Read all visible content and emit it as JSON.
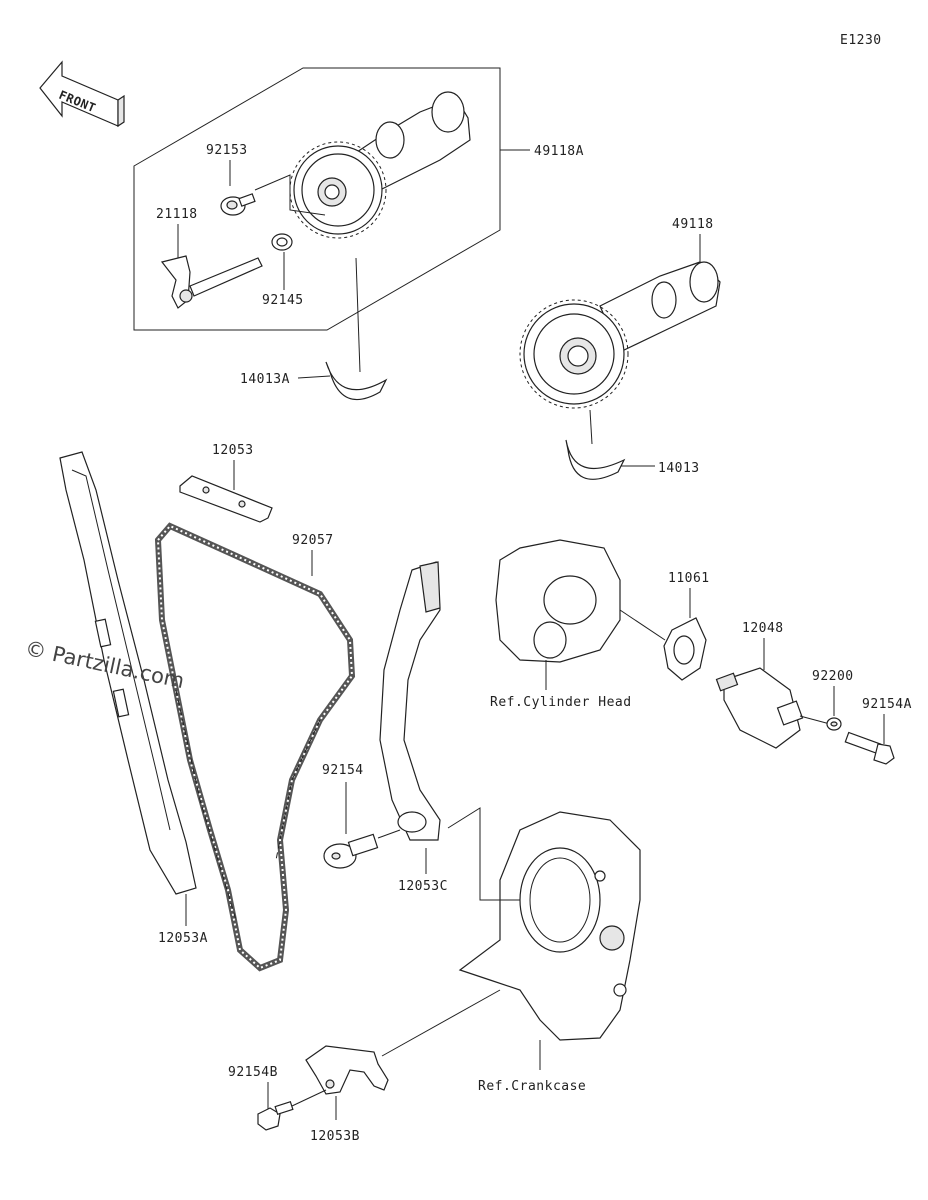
{
  "diagram_code": "E1230",
  "front_label": "FRONT",
  "watermark": "© Partzilla.com",
  "labels": {
    "p49118A": "49118A",
    "p92153": "92153",
    "p21118": "21118",
    "p92145": "92145",
    "p14013A": "14013A",
    "p49118": "49118",
    "p14013": "14013",
    "p12053": "12053",
    "p92057": "92057",
    "p11061": "11061",
    "p12048": "12048",
    "p92200": "92200",
    "p92154A": "92154A",
    "ref_cylinder_head": "Ref.Cylinder Head",
    "p92154": "92154",
    "p12053C": "12053C",
    "p12053A": "12053A",
    "p92154B": "92154B",
    "p12053B": "12053B",
    "ref_crankcase": "Ref.Crankcase"
  }
}
